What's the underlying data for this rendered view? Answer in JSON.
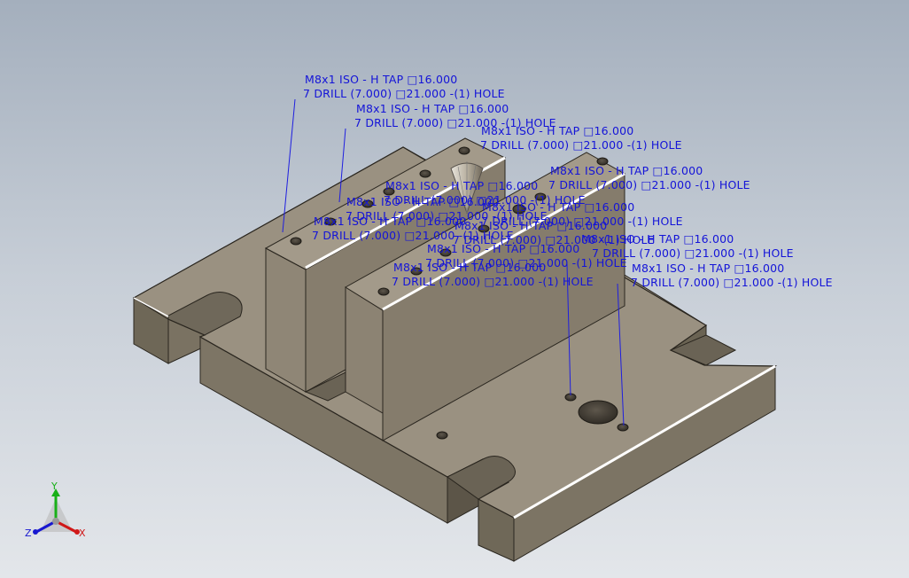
{
  "viewport": {
    "background_top": "#a4afbd",
    "background_bottom": "#e3e6ea",
    "part_color": "#9a9181",
    "annotation_color": "#1414d8"
  },
  "hole_callouts": [
    {
      "line1": "M8x1 ISO - H TAP  □16.000",
      "line2": "7 DRILL (7.000) □21.000 -(1) HOLE"
    },
    {
      "line1": "M8x1 ISO - H TAP  □16.000",
      "line2": "7 DRILL (7.000) □21.000 -(1) HOLE"
    },
    {
      "line1": "M8x1 ISO - H TAP  □16.000",
      "line2": "7 DRILL (7.000) □21.000 -(1) HOLE"
    },
    {
      "line1": "M8x1 ISO - H TAP  □16.000",
      "line2": "7 DRILL (7.000) □21.000 -(1) HOLE"
    },
    {
      "line1": "M8x1 ISO - H TAP  □16.000",
      "line2": "7 DRILL (7.000) □21.000 -(1) HOLE"
    },
    {
      "line1": "M8x1 ISO - H TAP  □16.000",
      "line2": "7 DRILL (7.000) □21.000 -(1) HOLE"
    },
    {
      "line1": "M8x1 ISO - H TAP  □16.000",
      "line2": "7 DRILL (7.000) □21.000 -(1) HOLE"
    },
    {
      "line1": "M8x1 ISO - H TAP  □16.000",
      "line2": "7 DRILL (7.000) □21.000 -(1) HOLE"
    },
    {
      "line1": "M8x1 ISO - H TAP  □16.000",
      "line2": "7 DRILL (7.000) □21.000 -(1) HOLE"
    },
    {
      "line1": "M8x1 ISO - H TAP  □16.000",
      "line2": "7 DRILL (7.000) □21.000 -(1) HOLE"
    },
    {
      "line1": "M8x1 ISO - H TAP  □16.000",
      "line2": "7 DRILL (7.000) □21.000 -(1) HOLE"
    },
    {
      "line1": "M8x1 ISO - H TAP  □16.000",
      "line2": "7 DRILL (7.000) □21.000 -(1) HOLE"
    }
  ],
  "triad": {
    "x_label": "X",
    "y_label": "Y",
    "z_label": "Z",
    "x_color": "#d01818",
    "y_color": "#18b018",
    "z_color": "#1818d0"
  }
}
